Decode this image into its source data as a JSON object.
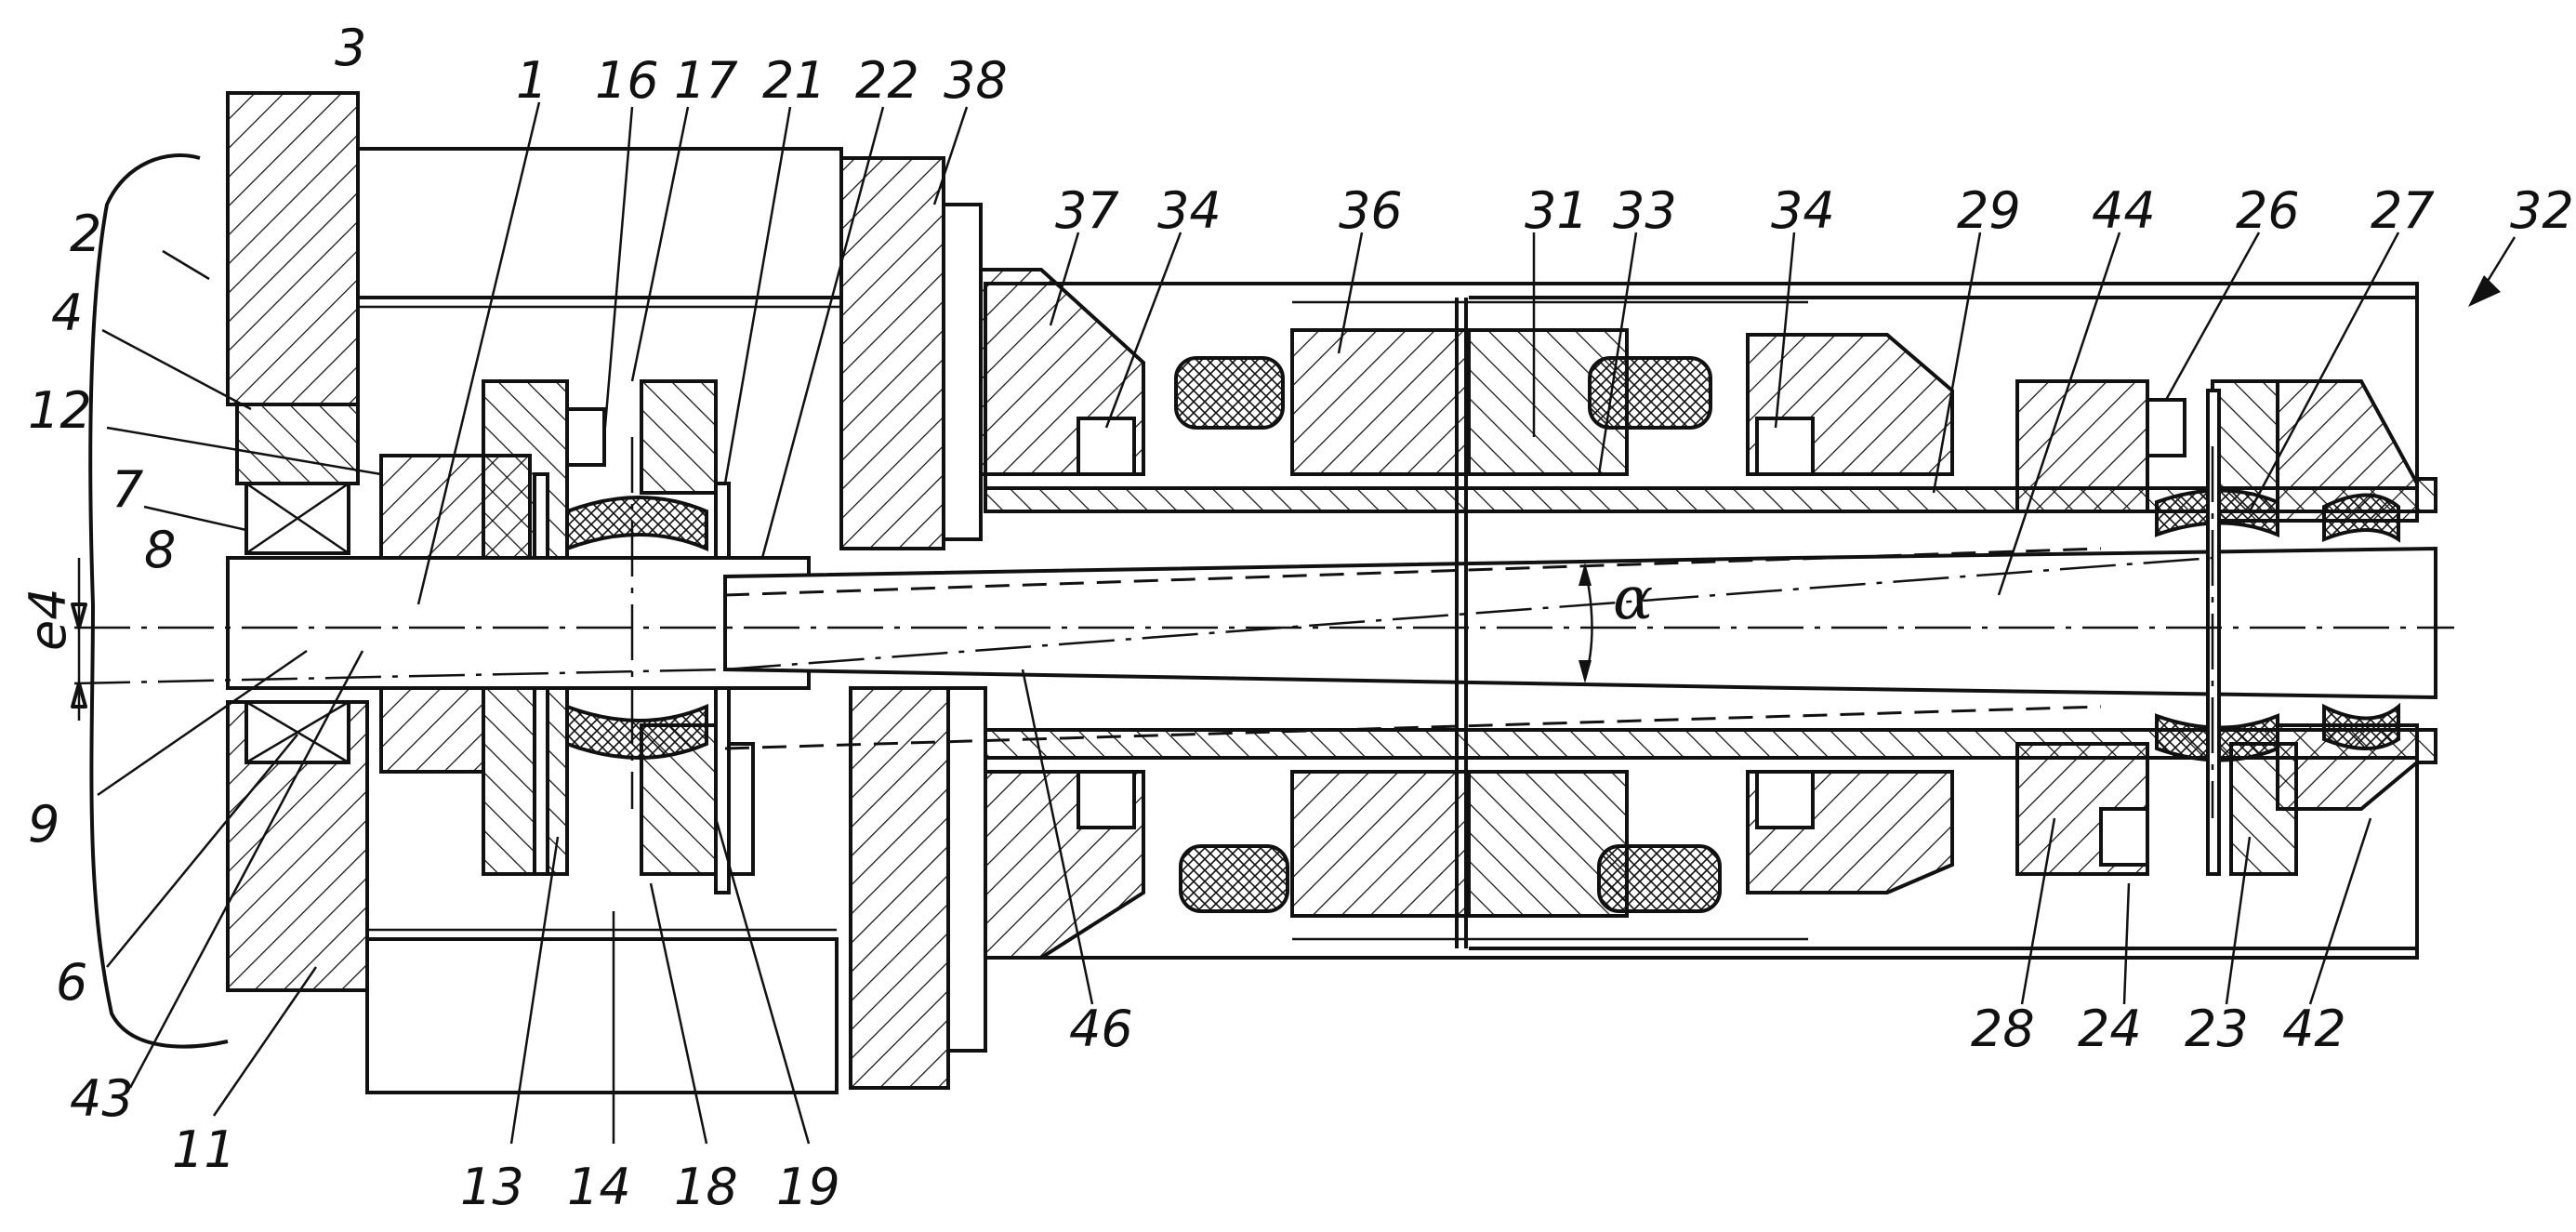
{
  "labels": {
    "n1": "1",
    "n2": "2",
    "n3": "3",
    "n4": "4",
    "n6": "6",
    "n7": "7",
    "n8": "8",
    "n9": "9",
    "n11": "11",
    "n12": "12",
    "n13": "13",
    "n14": "14",
    "n16": "16",
    "n17": "17",
    "n18": "18",
    "n19": "19",
    "n21": "21",
    "n22": "22",
    "n23": "23",
    "n24": "24",
    "n26": "26",
    "n27": "27",
    "n28": "28",
    "n29": "29",
    "n31": "31",
    "n32": "32",
    "n33": "33",
    "n34a": "34",
    "n34b": "34",
    "n36": "36",
    "n37": "37",
    "n38": "38",
    "n42": "42",
    "n43": "43",
    "n44": "44",
    "n46": "46",
    "e4": "e4",
    "alpha": "α"
  }
}
